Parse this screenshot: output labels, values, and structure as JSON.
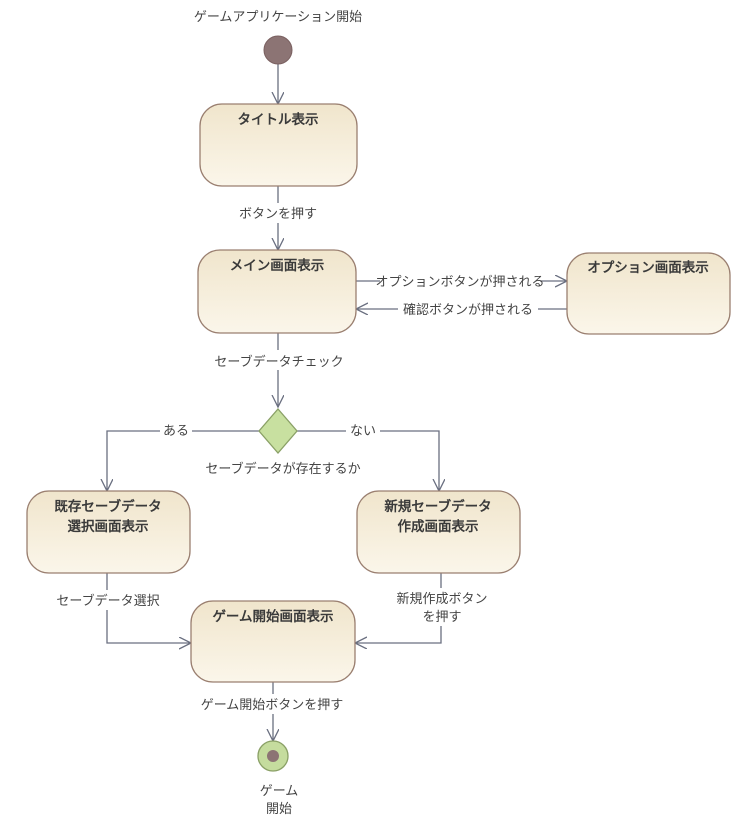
{
  "diagram": {
    "start_label": "ゲームアプリケーション開始",
    "end_label_line1": "ゲーム",
    "end_label_line2": "開始",
    "nodes": {
      "title": "タイトル表示",
      "main": "メイン画面表示",
      "option": "オプション画面表示",
      "existing_line1": "既存セーブデータ",
      "existing_line2": "選択画面表示",
      "new_line1": "新規セーブデータ",
      "new_line2": "作成画面表示",
      "game_start": "ゲーム開始画面表示"
    },
    "edges": {
      "press_button": "ボタンを押す",
      "option_pressed": "オプションボタンが押される",
      "confirm_pressed": "確認ボタンが押される",
      "save_check": "セーブデータチェック",
      "decision": "セーブデータが存在するか",
      "yes": "ある",
      "no": "ない",
      "select_save": "セーブデータ選択",
      "create_line1": "新規作成ボタン",
      "create_line2": "を押す",
      "game_start_pressed": "ゲーム開始ボタンを押す"
    },
    "colors": {
      "start_node": "#8c7474",
      "decision": "#c8e0a0",
      "end_node": "#c5dc9e",
      "end_dot": "#8c7474",
      "box_fill_top": "#f0e5cc",
      "box_fill_bottom": "#fbf6ea",
      "box_stroke": "#9a7f70",
      "edge": "#6a6f80"
    }
  }
}
